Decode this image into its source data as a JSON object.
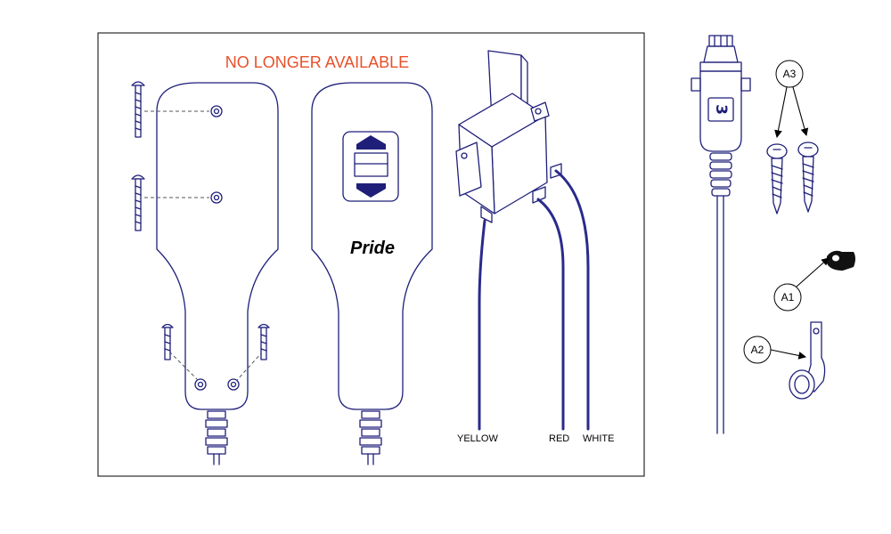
{
  "warning_text": "NO LONGER AVAILABLE",
  "warning_color": "#e8502a",
  "line_color": "#1f1f7a",
  "brand_label": "Pride",
  "connector_number": "3",
  "wire_labels": {
    "yellow": "YELLOW",
    "red": "RED",
    "white": "WHITE"
  },
  "callouts": {
    "a1": "A1",
    "a2": "A2",
    "a3": "A3"
  }
}
